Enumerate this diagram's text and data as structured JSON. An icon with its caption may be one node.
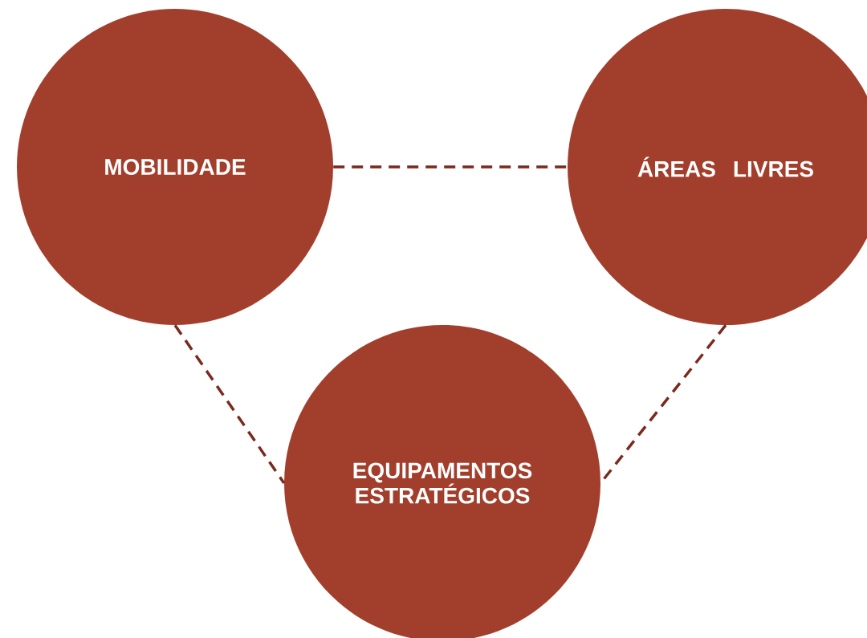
{
  "diagram": {
    "nodes": [
      {
        "text": [
          "MOBILIDADE"
        ]
      },
      {
        "text": [
          "ÁREAS LIVRES"
        ]
      },
      {
        "text": [
          "EQUIPAMENTOS ESTRATÉGICOS"
        ]
      }
    ],
    "edges": [
      {
        "from": 0,
        "to": 1,
        "arrow": "none",
        "style": "dashed"
      },
      {
        "from": 0,
        "to": 2,
        "arrow": "none",
        "style": "dashed"
      },
      {
        "from": 1,
        "to": 2,
        "arrow": "none",
        "style": "dashed"
      }
    ]
  }
}
